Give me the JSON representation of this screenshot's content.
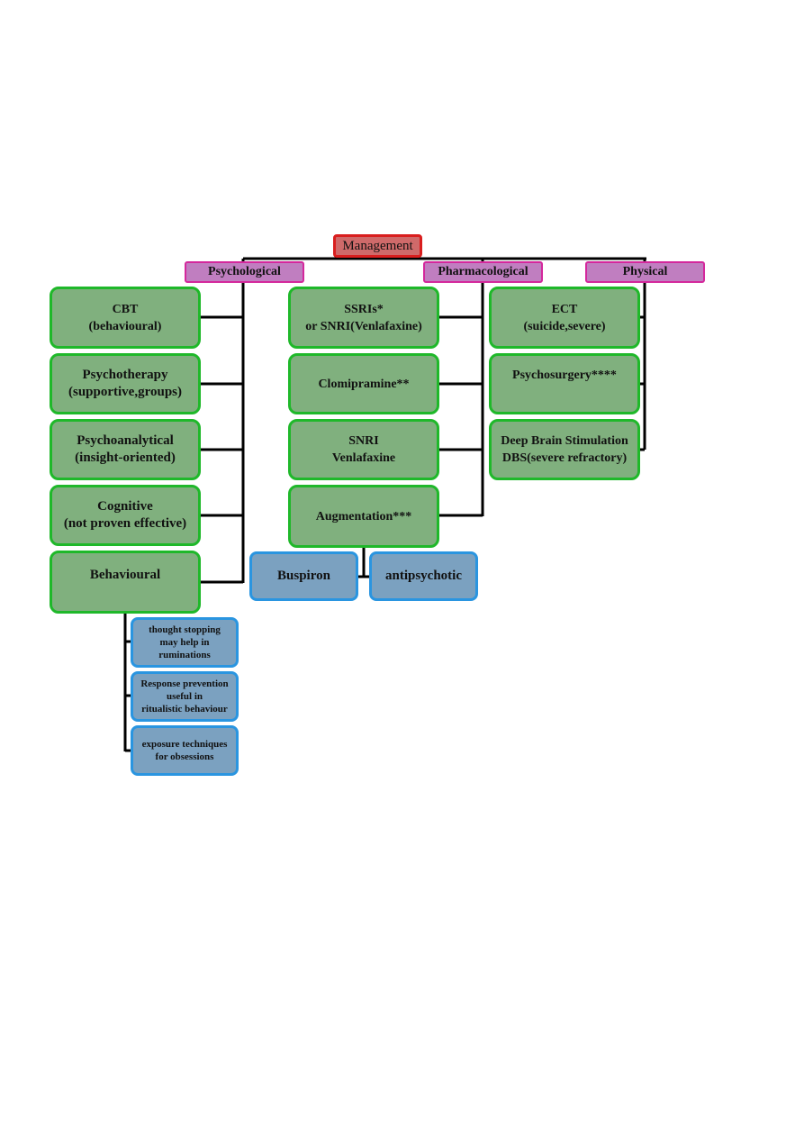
{
  "root": "Management",
  "categories": {
    "psychological": "Psychological",
    "pharmacological": "Pharmacological",
    "physical": "Physical"
  },
  "psychological": {
    "cbt": [
      "CBT",
      "(behavioural)"
    ],
    "psychotherapy": [
      "Psychotherapy",
      "(supportive,groups)"
    ],
    "psychoanalytical": [
      "Psychoanalytical",
      "(insight-oriented)"
    ],
    "cognitive": [
      "Cognitive",
      "(not proven effective)"
    ],
    "behavioural": "Behavioural",
    "behavioural_children": {
      "thought_stopping": [
        "thought stopping",
        "may help in",
        "ruminations"
      ],
      "response_prevention": [
        "Response prevention",
        "useful in",
        "ritualistic behaviour"
      ],
      "exposure": [
        "exposure techniques",
        "for obsessions"
      ]
    }
  },
  "pharmacological": {
    "ssri": [
      "SSRIs*",
      "or SNRI(Venlafaxine)"
    ],
    "clomipramine": "Clomipramine**",
    "snri": [
      "SNRI",
      "Venlafaxine"
    ],
    "augmentation": "Augmentation***",
    "augmentation_children": {
      "buspiron": "Buspiron",
      "antipsychotic": "antipsychotic"
    }
  },
  "physical": {
    "ect": [
      "ECT",
      "(suicide,severe)"
    ],
    "psychosurgery": "Psychosurgery****",
    "dbs": [
      "Deep Brain Stimulation",
      "DBS(severe refractory)"
    ]
  }
}
